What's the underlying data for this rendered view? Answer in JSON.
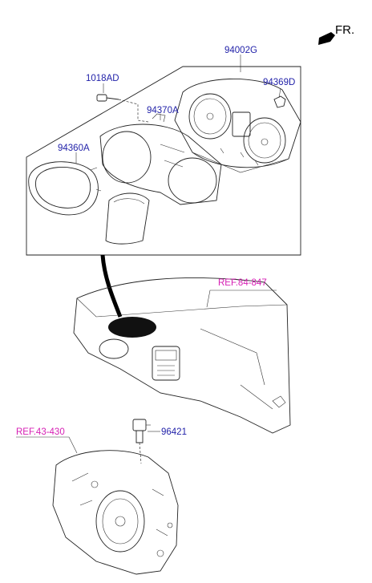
{
  "orientation": {
    "label": "FR."
  },
  "parts": {
    "cluster_assy": "94002G",
    "screw": "1018AD",
    "bulb_socket": "94369D",
    "cluster_housing": "94370A",
    "trim_bezel": "94360A",
    "speed_sensor": "96421"
  },
  "references": {
    "crash_pad": "REF.84-847",
    "transaxle": "REF.43-430"
  },
  "colors": {
    "part_label": "#1f1fa8",
    "ref_label": "#d61fb4",
    "line": "#222222"
  }
}
